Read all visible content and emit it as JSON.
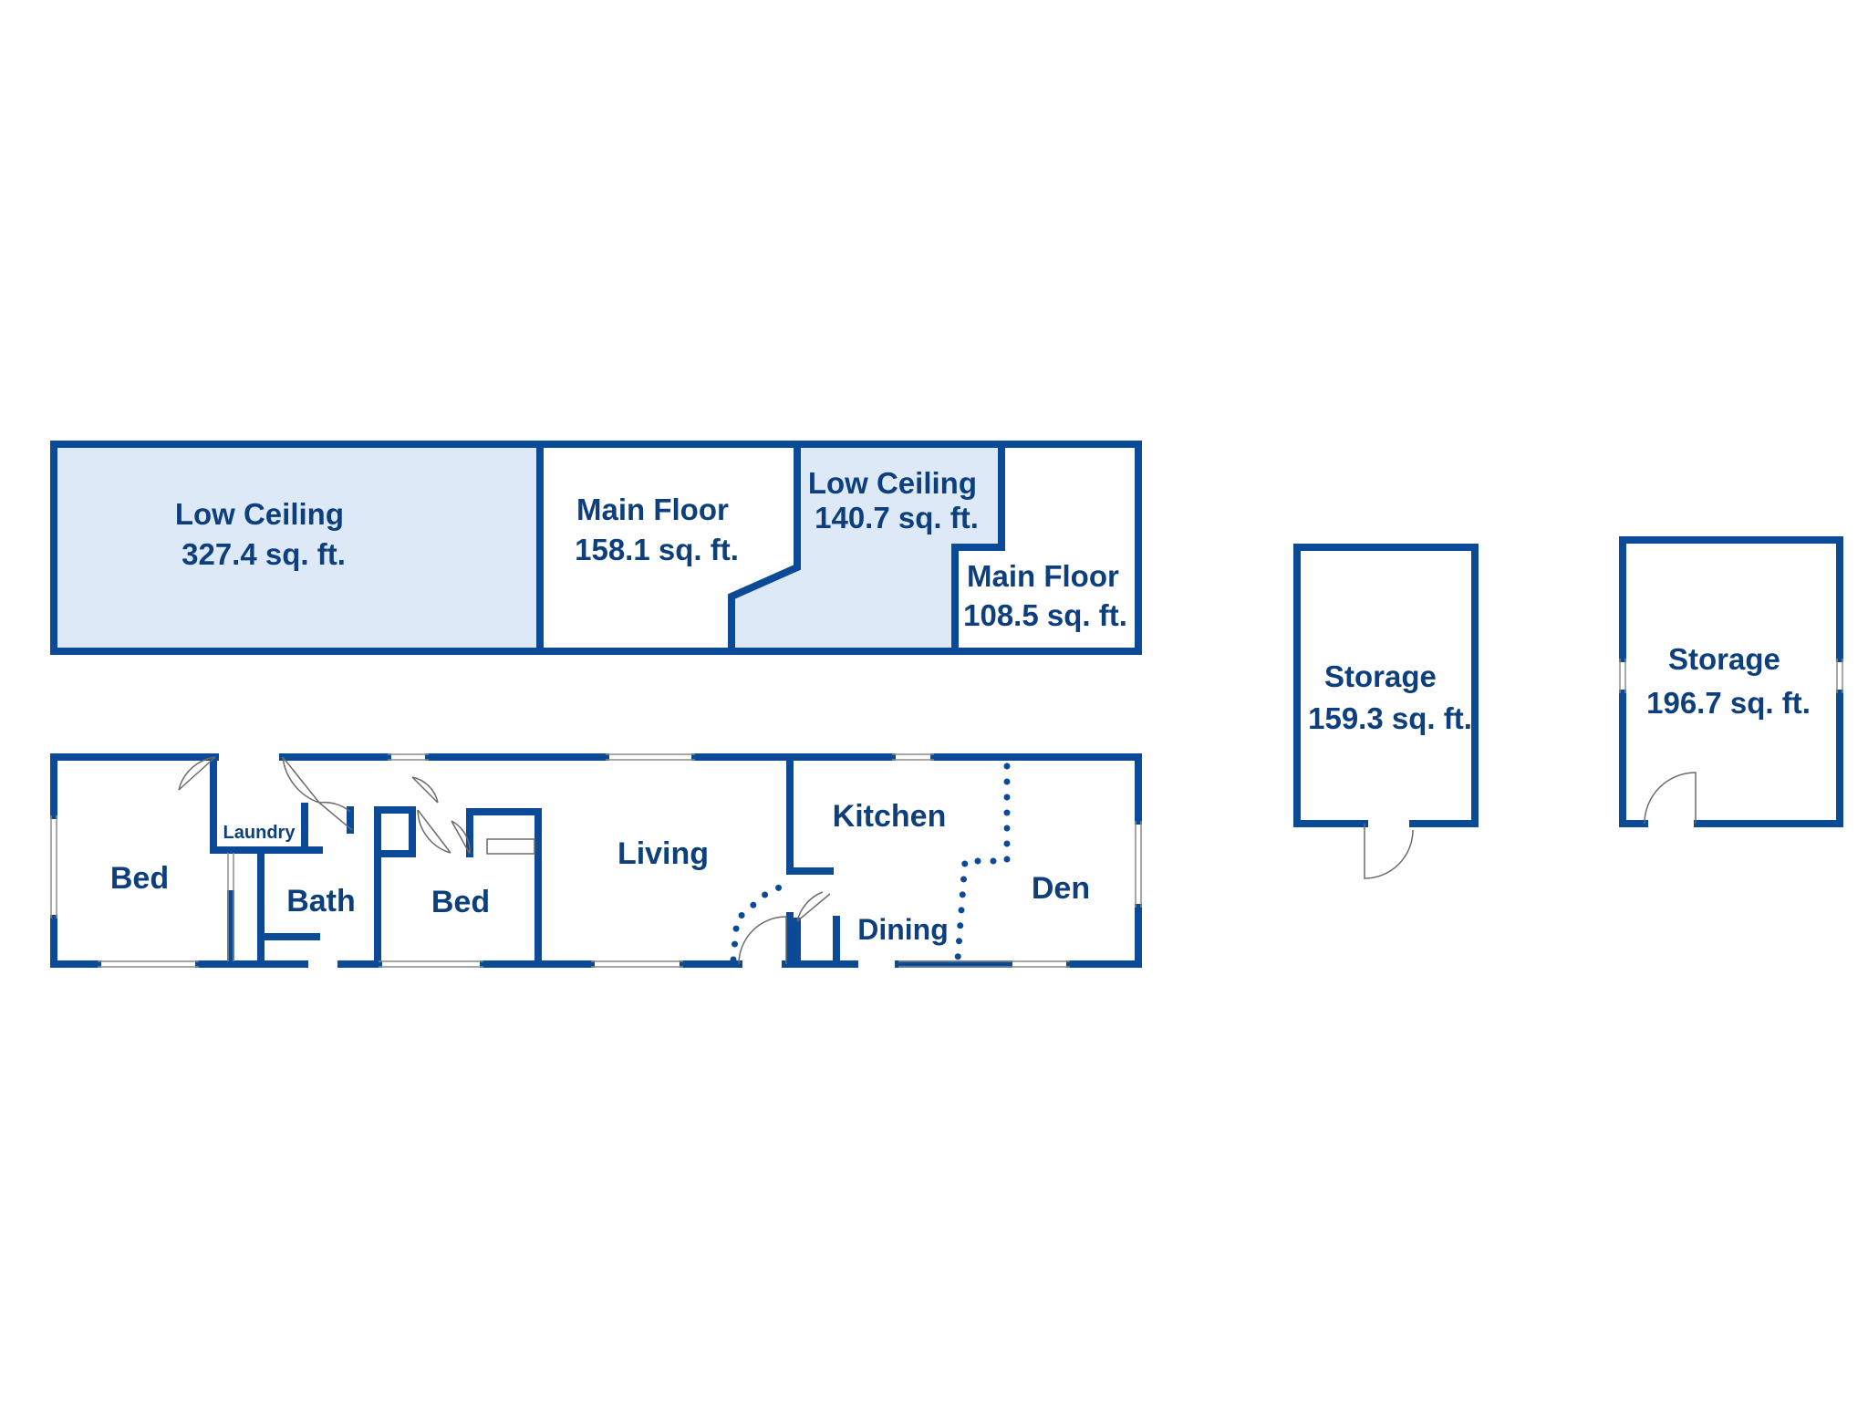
{
  "colors": {
    "wall": "#0b4a96",
    "text": "#0d3f7c",
    "low_ceiling_fill": "#dde9f7",
    "background": "#ffffff"
  },
  "upper_floor": {
    "rooms": [
      {
        "name": "Low Ceiling",
        "area": "327.4 sq. ft."
      },
      {
        "name": "Main Floor",
        "area": "158.1 sq. ft."
      },
      {
        "name": "Low Ceiling",
        "area": "140.7 sq. ft."
      },
      {
        "name": "Main Floor",
        "area": "108.5 sq. ft."
      }
    ]
  },
  "main_floor": {
    "rooms": [
      "Bed",
      "Laundry",
      "Bath",
      "Bed",
      "Living",
      "Kitchen",
      "Dining",
      "Den"
    ]
  },
  "outbuildings": [
    {
      "name": "Storage",
      "area": "159.3 sq. ft."
    },
    {
      "name": "Storage",
      "area": "196.7 sq. ft."
    }
  ]
}
